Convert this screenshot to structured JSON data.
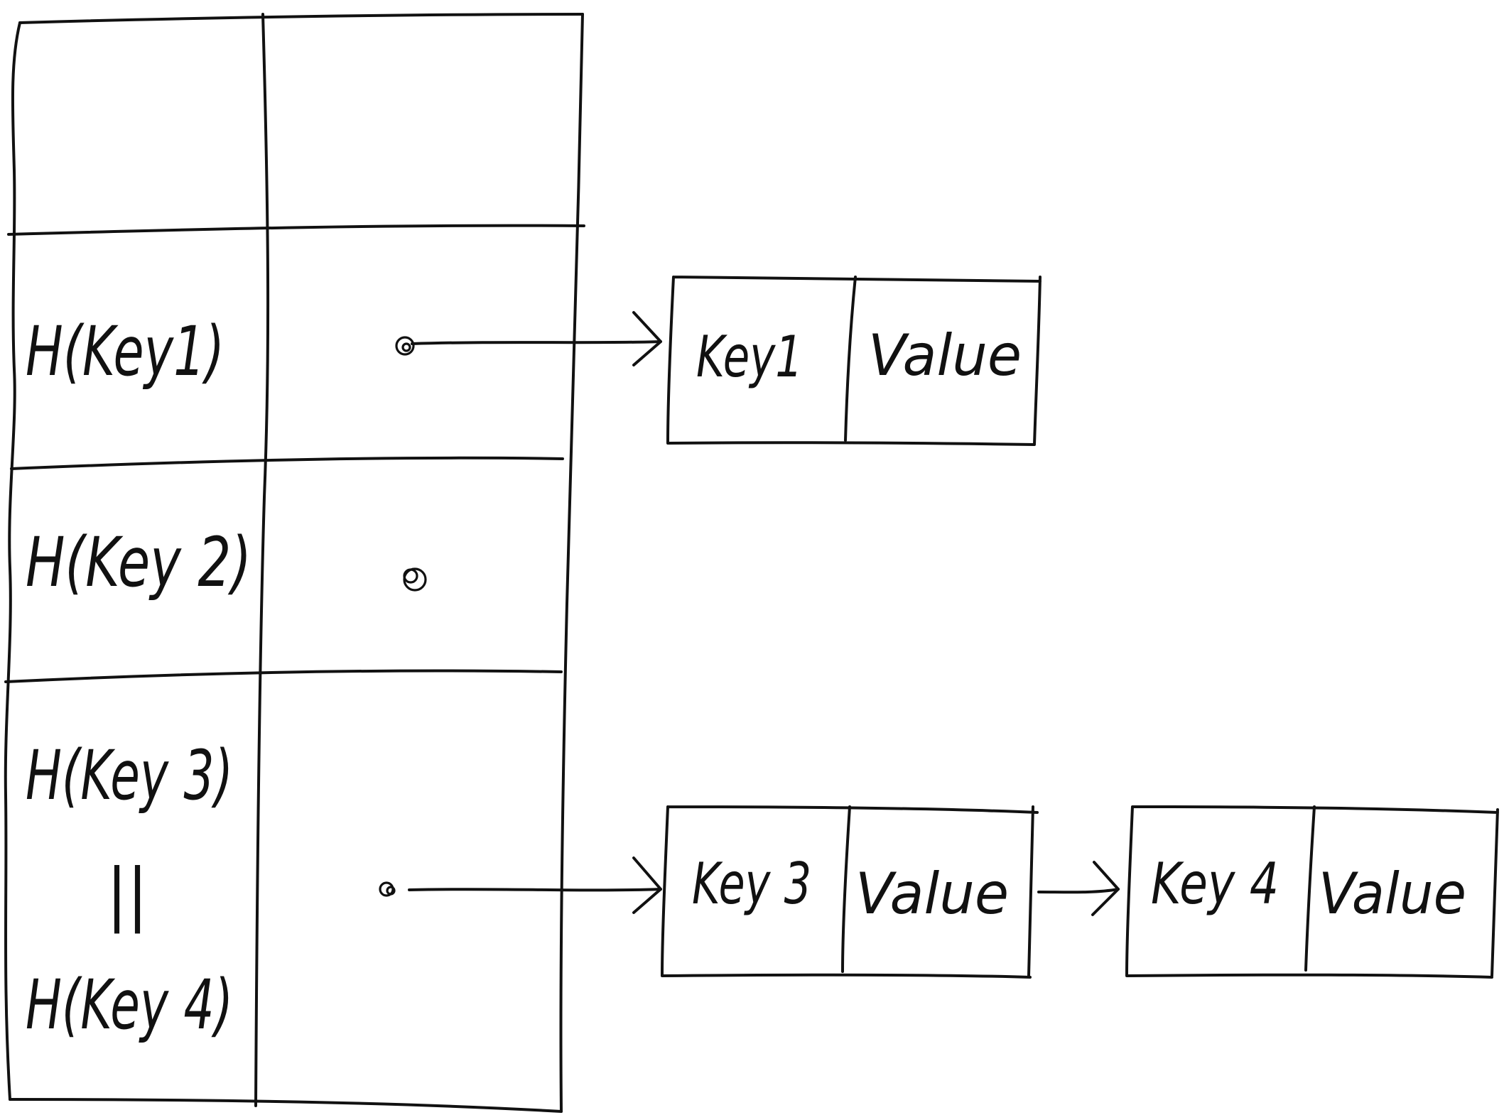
{
  "hash_table": {
    "rows": [
      {
        "hash_label": ""
      },
      {
        "hash_label": "H(Key1)"
      },
      {
        "hash_label": "H(Key 2)"
      },
      {
        "hash_label_top": "H(Key 3)",
        "equality": "||",
        "hash_label_bottom": "H(Key 4)"
      }
    ]
  },
  "chains": {
    "row1": [
      {
        "key": "Key1",
        "value": "Value"
      }
    ],
    "row3": [
      {
        "key": "Key 3",
        "value": "Value"
      },
      {
        "key": "Key 4",
        "value": "Value"
      }
    ]
  }
}
